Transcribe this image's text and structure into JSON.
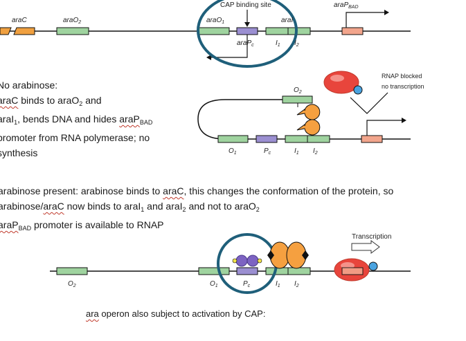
{
  "diagram": {
    "top": {
      "araC": "araC",
      "araO2": "araO",
      "araO2_sub": "2",
      "cap_site": "CAP binding site",
      "araO1": "araO",
      "araO1_sub": "1",
      "araI": "araI",
      "araPc": "araP",
      "araPc_sub": "c",
      "I1": "I",
      "I1_sub": "1",
      "I2": "I",
      "I2_sub": "2",
      "araPbad": "araP",
      "araPbad_sub": "BAD"
    },
    "middle": {
      "blocked1": "RNAP blocked",
      "blocked2": "no transcription",
      "O2": "O",
      "O2_sub": "2",
      "O1": "O",
      "O1_sub": "1",
      "Pc": "P",
      "Pc_sub": "c",
      "I1": "I",
      "I1_sub": "1",
      "I2": "I",
      "I2_sub": "2"
    },
    "bottom": {
      "transcription": "Transcription",
      "O2": "O",
      "O2_sub": "2",
      "O1": "O",
      "O1_sub": "1",
      "Pc": "P",
      "Pc_sub": "c",
      "I1": "I",
      "I1_sub": "1",
      "I2": "I",
      "I2_sub": "2"
    },
    "colors": {
      "operator": "#9fd39f",
      "promoter_pc": "#9b8fd1",
      "promoter_bad": "#f2a58c",
      "araC_gene": "#f0a040",
      "circle": "#1f5f7a",
      "rnap": "#e8453c",
      "sigma": "#4aa3e0",
      "arac_protein": "#f5a040"
    }
  },
  "notes": {
    "no_arabinose": {
      "l1": "No arabinose:",
      "l2a": "araC",
      "l2b": " binds to araO",
      "l2sub": "2",
      "l2c": " and",
      "l3a": "araI",
      "l3sub": "1",
      "l3b": ", bends DNA and hides ",
      "l3c": "araP",
      "l3csub": "BAD",
      "l4": "promoter from RNA polymerase; no",
      "l5": "synthesis"
    },
    "arabinose_present": {
      "l1a": "arabinose present: arabinose binds to ",
      "l1b": "araC",
      "l1c": ", this changes the conformation of the protein, so",
      "l2a": "arabinose/",
      "l2b": "araC",
      "l2c": " now binds to araI",
      "l2sub1": "1",
      "l2d": " and araI",
      "l2sub2": "2",
      "l2e": " and not to araO",
      "l2sub3": "2",
      "l3a": "araP",
      "l3sub": "BAD",
      "l3b": " promoter is available to RNAP"
    },
    "caption": {
      "a": "ara",
      "b": " operon also subject to activation by CAP:"
    }
  }
}
